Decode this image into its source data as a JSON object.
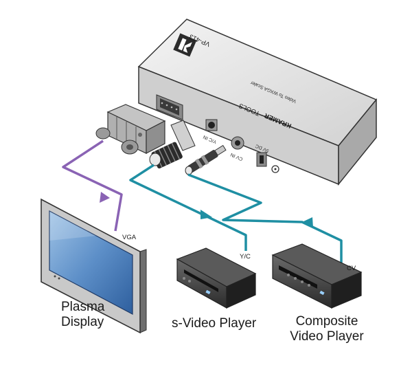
{
  "devices": {
    "scaler": {
      "model": "VP-413",
      "brand": "KRAMER",
      "series": "TOOLS",
      "description": "Video To WXGA Scaler",
      "ports": {
        "yc": "Y/C IN",
        "cv": "CV IN",
        "power": "5V DC"
      }
    },
    "plasma": {
      "name_line1": "Plasma",
      "name_line2": "Display"
    },
    "svideo": {
      "name": "s-Video Player"
    },
    "composite": {
      "name_line1": "Composite",
      "name_line2": "Video Player"
    }
  },
  "connections": {
    "vga": "VGA",
    "yc": "Y/C",
    "cv": "CV"
  },
  "colors": {
    "vga_cable": "#8a63b4",
    "video_cable": "#1f8fa3",
    "body": "#dcdcdc",
    "outline": "#333333"
  }
}
